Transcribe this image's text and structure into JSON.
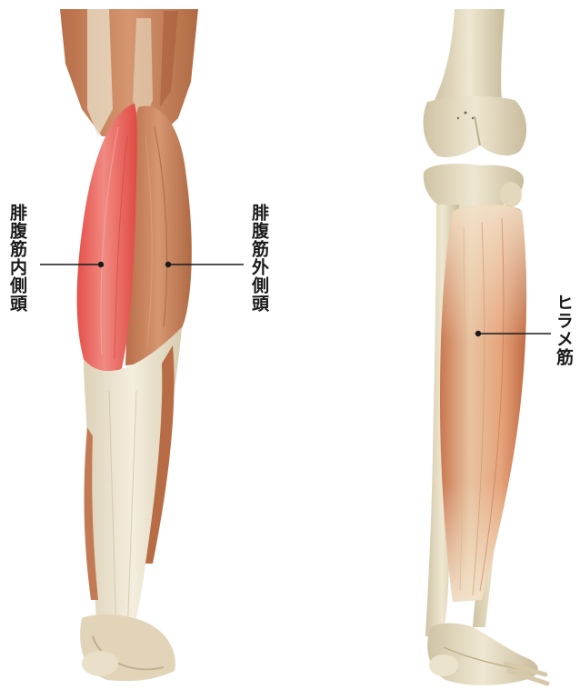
{
  "labels": {
    "medial_head": "腓腹筋内側頭",
    "lateral_head": "腓腹筋外側頭",
    "soleus": "ヒラメ筋"
  },
  "colors": {
    "highlight_muscle": "#e8504c",
    "muscle": "#c9825a",
    "tendon": "#eee6d2",
    "bone": "#e6dcc2",
    "leader_line": "#1a1a1a"
  }
}
